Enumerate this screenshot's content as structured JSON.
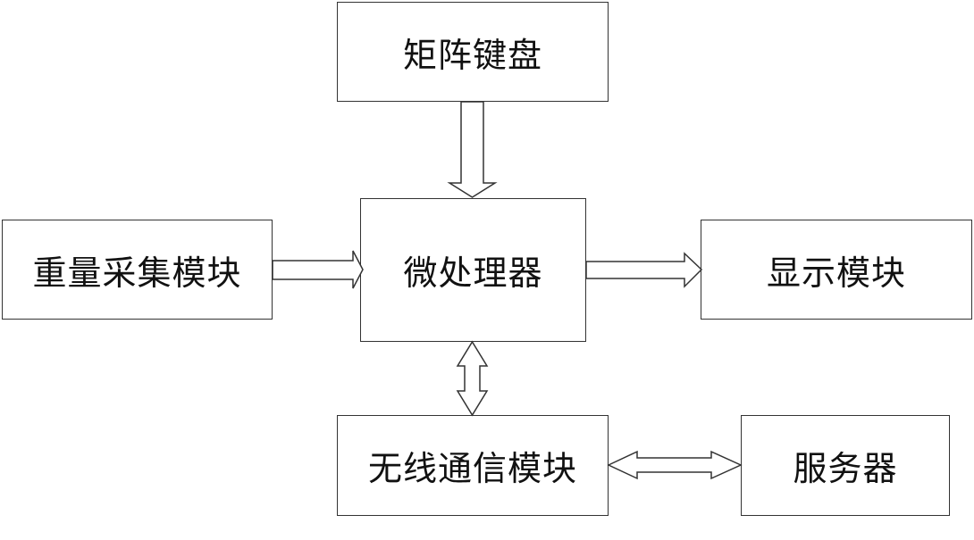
{
  "diagram": {
    "nodes": {
      "keyboard": "矩阵键盘",
      "weight": "重量采集模块",
      "mcu": "微处理器",
      "display": "显示模块",
      "wireless": "无线通信模块",
      "server": "服务器"
    },
    "edges": [
      {
        "from": "keyboard",
        "to": "mcu",
        "direction": "one-way"
      },
      {
        "from": "weight",
        "to": "mcu",
        "direction": "one-way"
      },
      {
        "from": "mcu",
        "to": "display",
        "direction": "one-way"
      },
      {
        "from": "mcu",
        "to": "wireless",
        "direction": "two-way"
      },
      {
        "from": "wireless",
        "to": "server",
        "direction": "two-way"
      }
    ]
  }
}
